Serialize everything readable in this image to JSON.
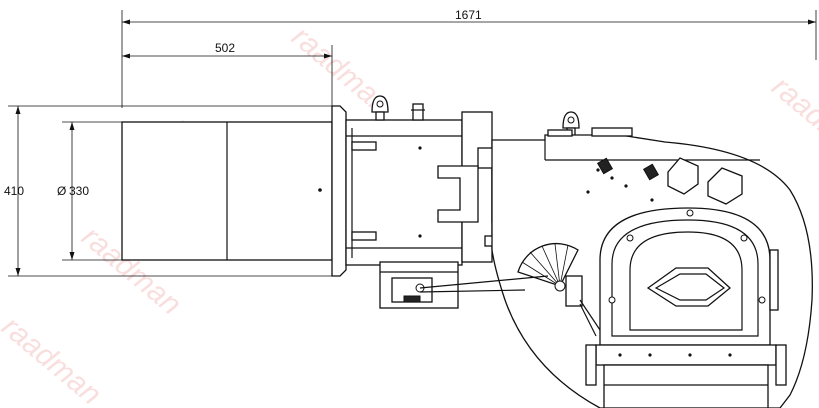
{
  "dimensions": {
    "overall_length": "1671",
    "tube_length": "502",
    "flange_height": "410",
    "tube_diameter": "330",
    "diameter_symbol": "Ø"
  },
  "watermark": {
    "text": "raadman"
  }
}
